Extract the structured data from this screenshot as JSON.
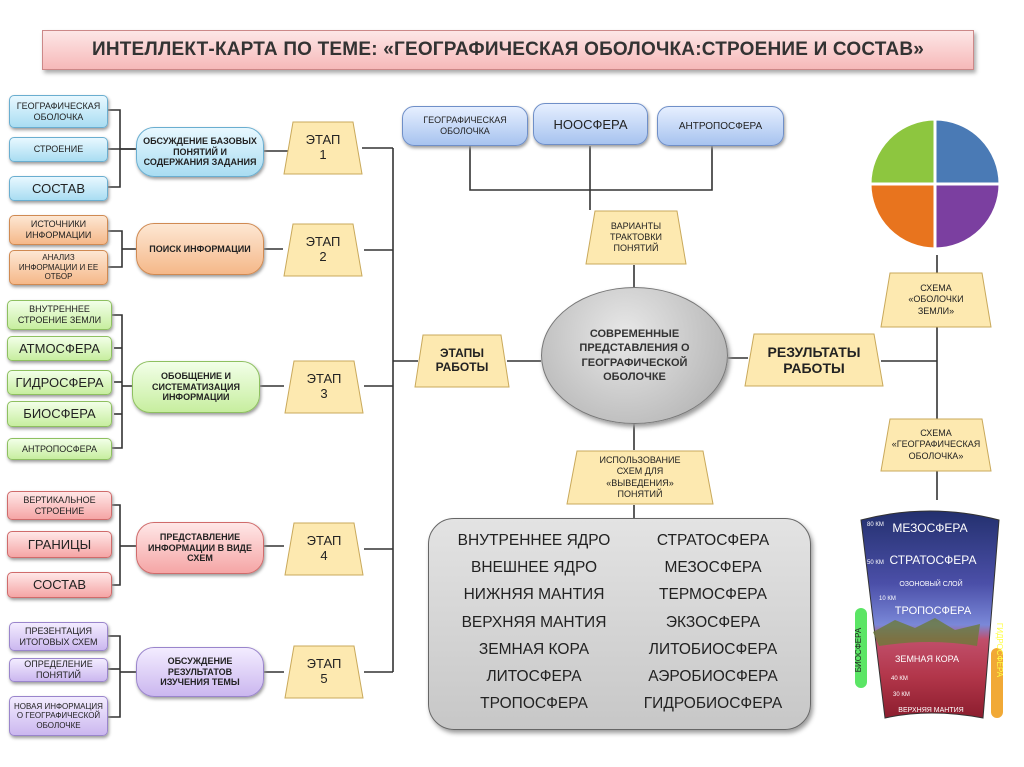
{
  "title": "ИНТЕЛЛЕКТ-КАРТА ПО ТЕМЕ: «ГЕОГРАФИЧЕСКАЯ ОБОЛОЧКА:СТРОЕНИЕ И СОСТАВ»",
  "stages": [
    {
      "label": "ЭТАП 1",
      "activity": "ОБСУЖДЕНИЕ БАЗОВЫХ ПОНЯТИЙ И СОДЕРЖАНИЯ ЗАДАНИЯ",
      "items": [
        "ГЕОГРАФИЧЕСКАЯ ОБОЛОЧКА",
        "СТРОЕНИЕ",
        "СОСТАВ"
      ]
    },
    {
      "label": "ЭТАП 2",
      "activity": "ПОИСК ИНФОРМАЦИИ",
      "items": [
        "ИСТОЧНИКИ ИНФОРМАЦИИ",
        "АНАЛИЗ ИНФОРМАЦИИ И ЕЕ ОТБОР"
      ]
    },
    {
      "label": "ЭТАП 3",
      "activity": "ОБОБЩЕНИЕ И СИСТЕМАТИЗАЦИЯ ИНФОРМАЦИИ",
      "items": [
        "ВНУТРЕННЕЕ СТРОЕНИЕ ЗЕМЛИ",
        "АТМОСФЕРА",
        "ГИДРОСФЕРА",
        "БИОСФЕРА",
        "АНТРОПОСФЕРА"
      ]
    },
    {
      "label": "ЭТАП 4",
      "activity": "ПРЕДСТАВЛЕНИЕ ИНФОРМАЦИИ В ВИДЕ СХЕМ",
      "items": [
        "ВЕРТИКАЛЬНОЕ СТРОЕНИЕ",
        "ГРАНИЦЫ",
        "СОСТАВ"
      ]
    },
    {
      "label": "ЭТАП 5",
      "activity": "ОБСУЖДЕНИЕ РЕЗУЛЬТАТОВ ИЗУЧЕНИЯ ТЕМЫ",
      "items": [
        "ПРЕЗЕНТАЦИЯ ИТОГОВЫХ СХЕМ",
        "ОПРЕДЕЛЕНИЕ ПОНЯТИЙ",
        "НОВАЯ ИНФОРМАЦИЯ О ГЕОГРАФИЧЕСКОЙ ОБОЛОЧКЕ"
      ]
    }
  ],
  "center": "СОВРЕМЕННЫЕ ПРЕДСТАВЛЕНИЯ О ГЕОГРАФИЧЕСКОЙ ОБОЛОЧКЕ",
  "stages_hub": "ЭТАПЫ РАБОТЫ",
  "results_hub": "РЕЗУЛЬТАТЫ РАБОТЫ",
  "variants": "ВАРИАНТЫ ТРАКТОВКИ ПОНЯТИЙ",
  "top_concepts": [
    "ГЕОГРАФИЧЕСКАЯ ОБОЛОЧКА",
    "НООСФЕРА",
    "АНТРОПОСФЕРА"
  ],
  "usage": "ИСПОЛЬЗОВАНИЕ СХЕМ ДЛЯ «ВЫВЕДЕНИЯ» ПОНЯТИЙ",
  "results": [
    "СХЕМА «ОБОЛОЧКИ ЗЕМЛИ»",
    "СХЕМА «ГЕОГРАФИЧЕСКАЯ ОБОЛОЧКА»"
  ],
  "earth_layers": [
    "ВНУТРЕННЕЕ ЯДРО",
    "ВНЕШНЕЕ ЯДРО",
    "НИЖНЯЯ МАНТИЯ",
    "ВЕРХНЯЯ МАНТИЯ",
    "ЗЕМНАЯ КОРА",
    "ЛИТОСФЕРА",
    "ТРОПОСФЕРА"
  ],
  "spheres": [
    "СТРАТОСФЕРА",
    "МЕЗОСФЕРА",
    "ТЕРМОСФЕРА",
    "ЭКЗОСФЕРА",
    "ЛИТОБИОСФЕРА",
    "АЭРОБИОСФЕРА",
    "ГИДРОБИОСФЕРА"
  ],
  "scheme_image": {
    "layers": [
      "МЕЗОСФЕРА",
      "СТРАТОСФЕРА",
      "ОЗОНОВЫЙ СЛОЙ",
      "ТРОПОСФЕРА",
      "ЗЕМНАЯ КОРА",
      "ВЕРХНЯЯ МАНТИЯ"
    ],
    "side_labels": [
      "ГИДРОСФЕРА",
      "БИОСФЕРА"
    ],
    "km_marks": [
      "80 КМ",
      "50 КМ",
      "10 КМ",
      "40 КМ",
      "30 КМ"
    ]
  },
  "colors": {
    "pie": [
      "#8dc63f",
      "#4a7ab5",
      "#e8741e",
      "#7b3fa0"
    ]
  }
}
